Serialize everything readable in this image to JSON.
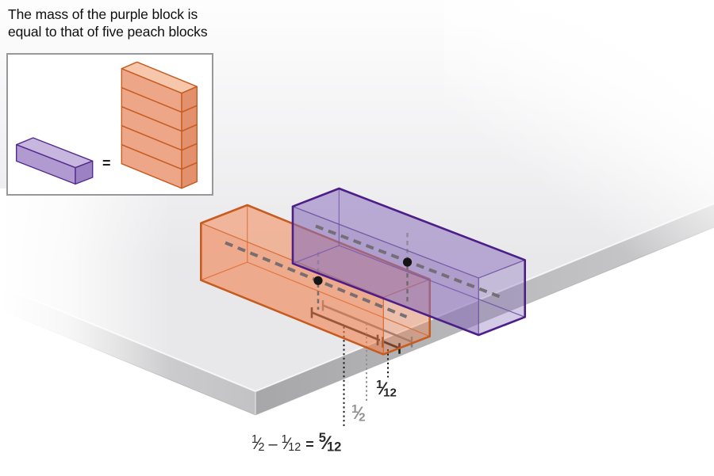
{
  "title": {
    "line1": "The mass of the purple block is",
    "line2": "equal to that of five peach blocks"
  },
  "legend": {
    "equals_sign": "=",
    "peach_blocks_in_stack": 5,
    "purple_blocks": 1
  },
  "measurements": {
    "half": {
      "num": "1",
      "slash": "⁄",
      "den": "2"
    },
    "one_twelfth": {
      "num": "1",
      "slash": "⁄",
      "den": "12"
    },
    "equation": {
      "term1": {
        "num": "1",
        "slash": "⁄",
        "den": "2"
      },
      "operator": "–",
      "term2": {
        "num": "1",
        "slash": "⁄",
        "den": "12"
      },
      "equals": "=",
      "result": {
        "num": "5",
        "slash": "⁄",
        "den": "12"
      }
    }
  },
  "colors": {
    "peach_fill": "#f2804d",
    "peach_top_fill": "#f58c5a",
    "peach_outline": "#c75c20",
    "purple_fill": "#896eb7",
    "purple_top_fill": "#9377c2",
    "purple_outline": "#4c1e87",
    "table_top": "#e8e8ea",
    "table_edge_left": "#c9c9cb",
    "table_edge_right": "#aeaeb0",
    "centerline_gray": "#6e696d",
    "dimension_black": "#1c1c1c",
    "dimension_gray": "#7b7b7d",
    "label_gray": "#8f8f91",
    "text_black": "#111111",
    "legend_purple_top": "#c7b6dd",
    "legend_purple_front": "#b09ad0",
    "legend_purple_end": "#9d82c3",
    "legend_peach_top": "#f6c7ab",
    "legend_peach_front": "#eda687",
    "legend_peach_end": "#e2916c"
  }
}
